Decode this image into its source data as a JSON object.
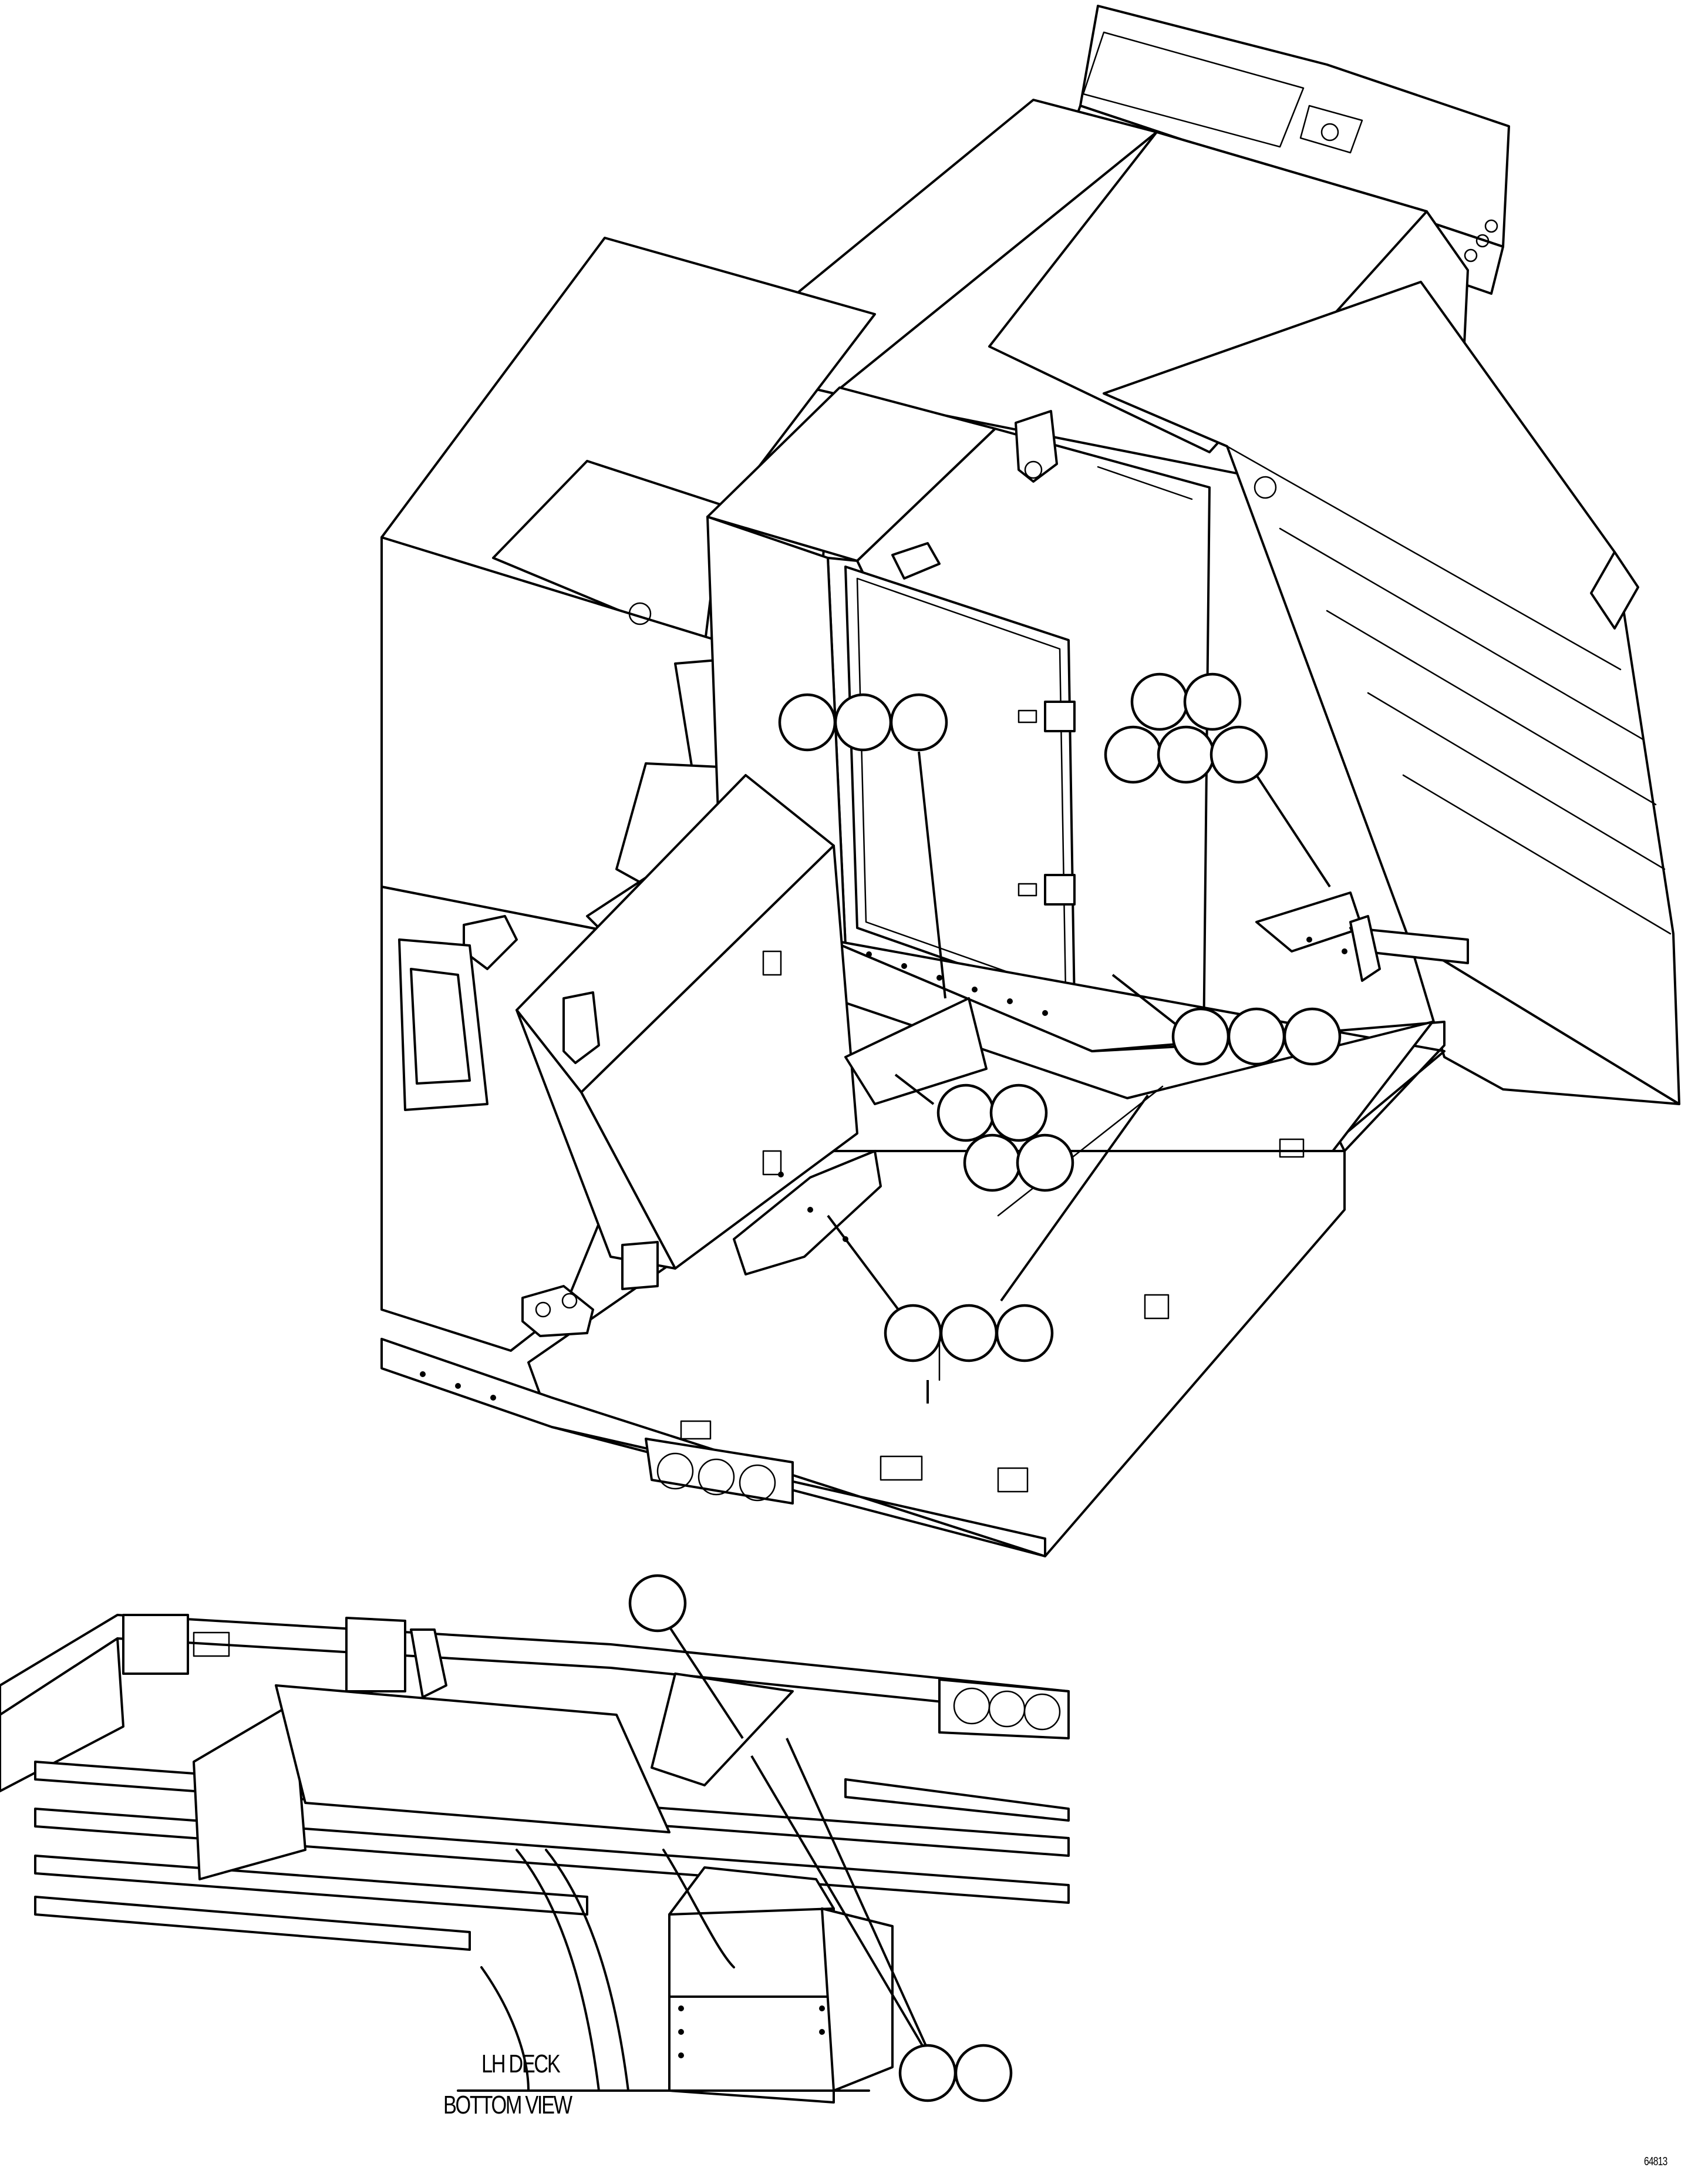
{
  "figure": {
    "view_caption_line1": "LH DECK",
    "view_caption_line2": "BOTTOM VIEW",
    "drawing_code": "64813"
  },
  "callouts": {
    "group_1_count": 3,
    "group_2_count": 5,
    "group_3_count": 3,
    "group_4_count": 4,
    "group_5_count": 3,
    "group_6_count": 1,
    "group_7_count": 2
  }
}
